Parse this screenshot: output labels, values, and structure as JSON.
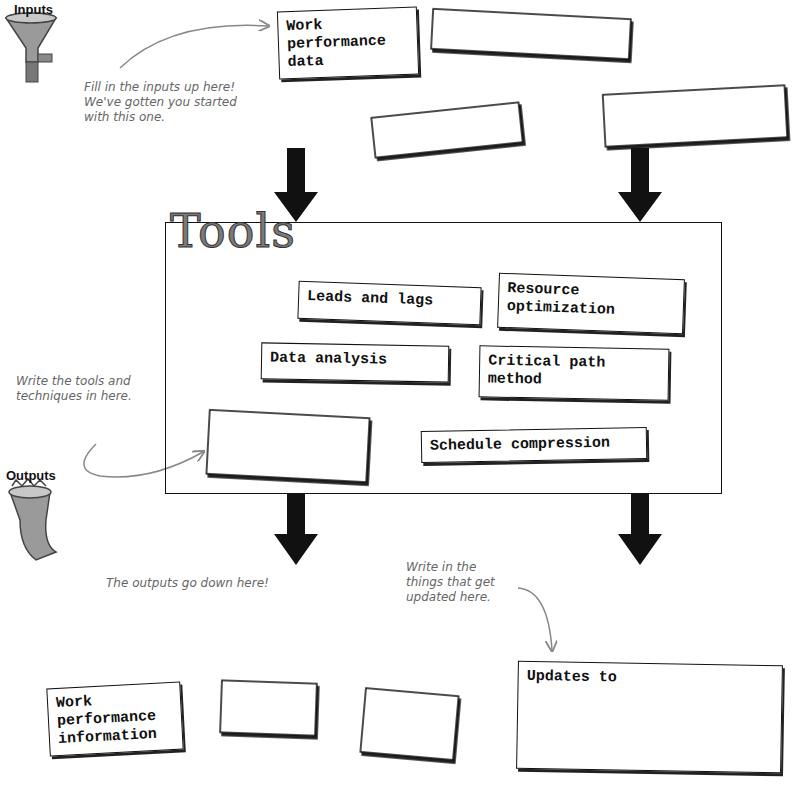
{
  "diagram": {
    "nodes": [
      {
        "text": [
          "Work performance data"
        ]
      },
      {
        "text": [
          "Tools"
        ]
      },
      {
        "text": [
          "Leads and lags"
        ],
        "in": 1
      },
      {
        "text": [
          "Resource optimization"
        ],
        "in": 1
      },
      {
        "text": [
          "Data analysis"
        ],
        "in": 1
      },
      {
        "text": [
          "Critical path method"
        ],
        "in": 1
      },
      {
        "text": [
          "Schedule compression"
        ],
        "in": 1
      },
      {
        "text": [
          "Work performance information"
        ]
      },
      {
        "text": [
          "Updates to"
        ]
      }
    ],
    "labels": [
      "Inputs",
      "Outputs",
      "Fill in the inputs up here! We've gotten you started with this one.",
      "Write the tools and techniques in here.",
      "The outputs go down here!",
      "Write in the things that get updated here."
    ]
  }
}
